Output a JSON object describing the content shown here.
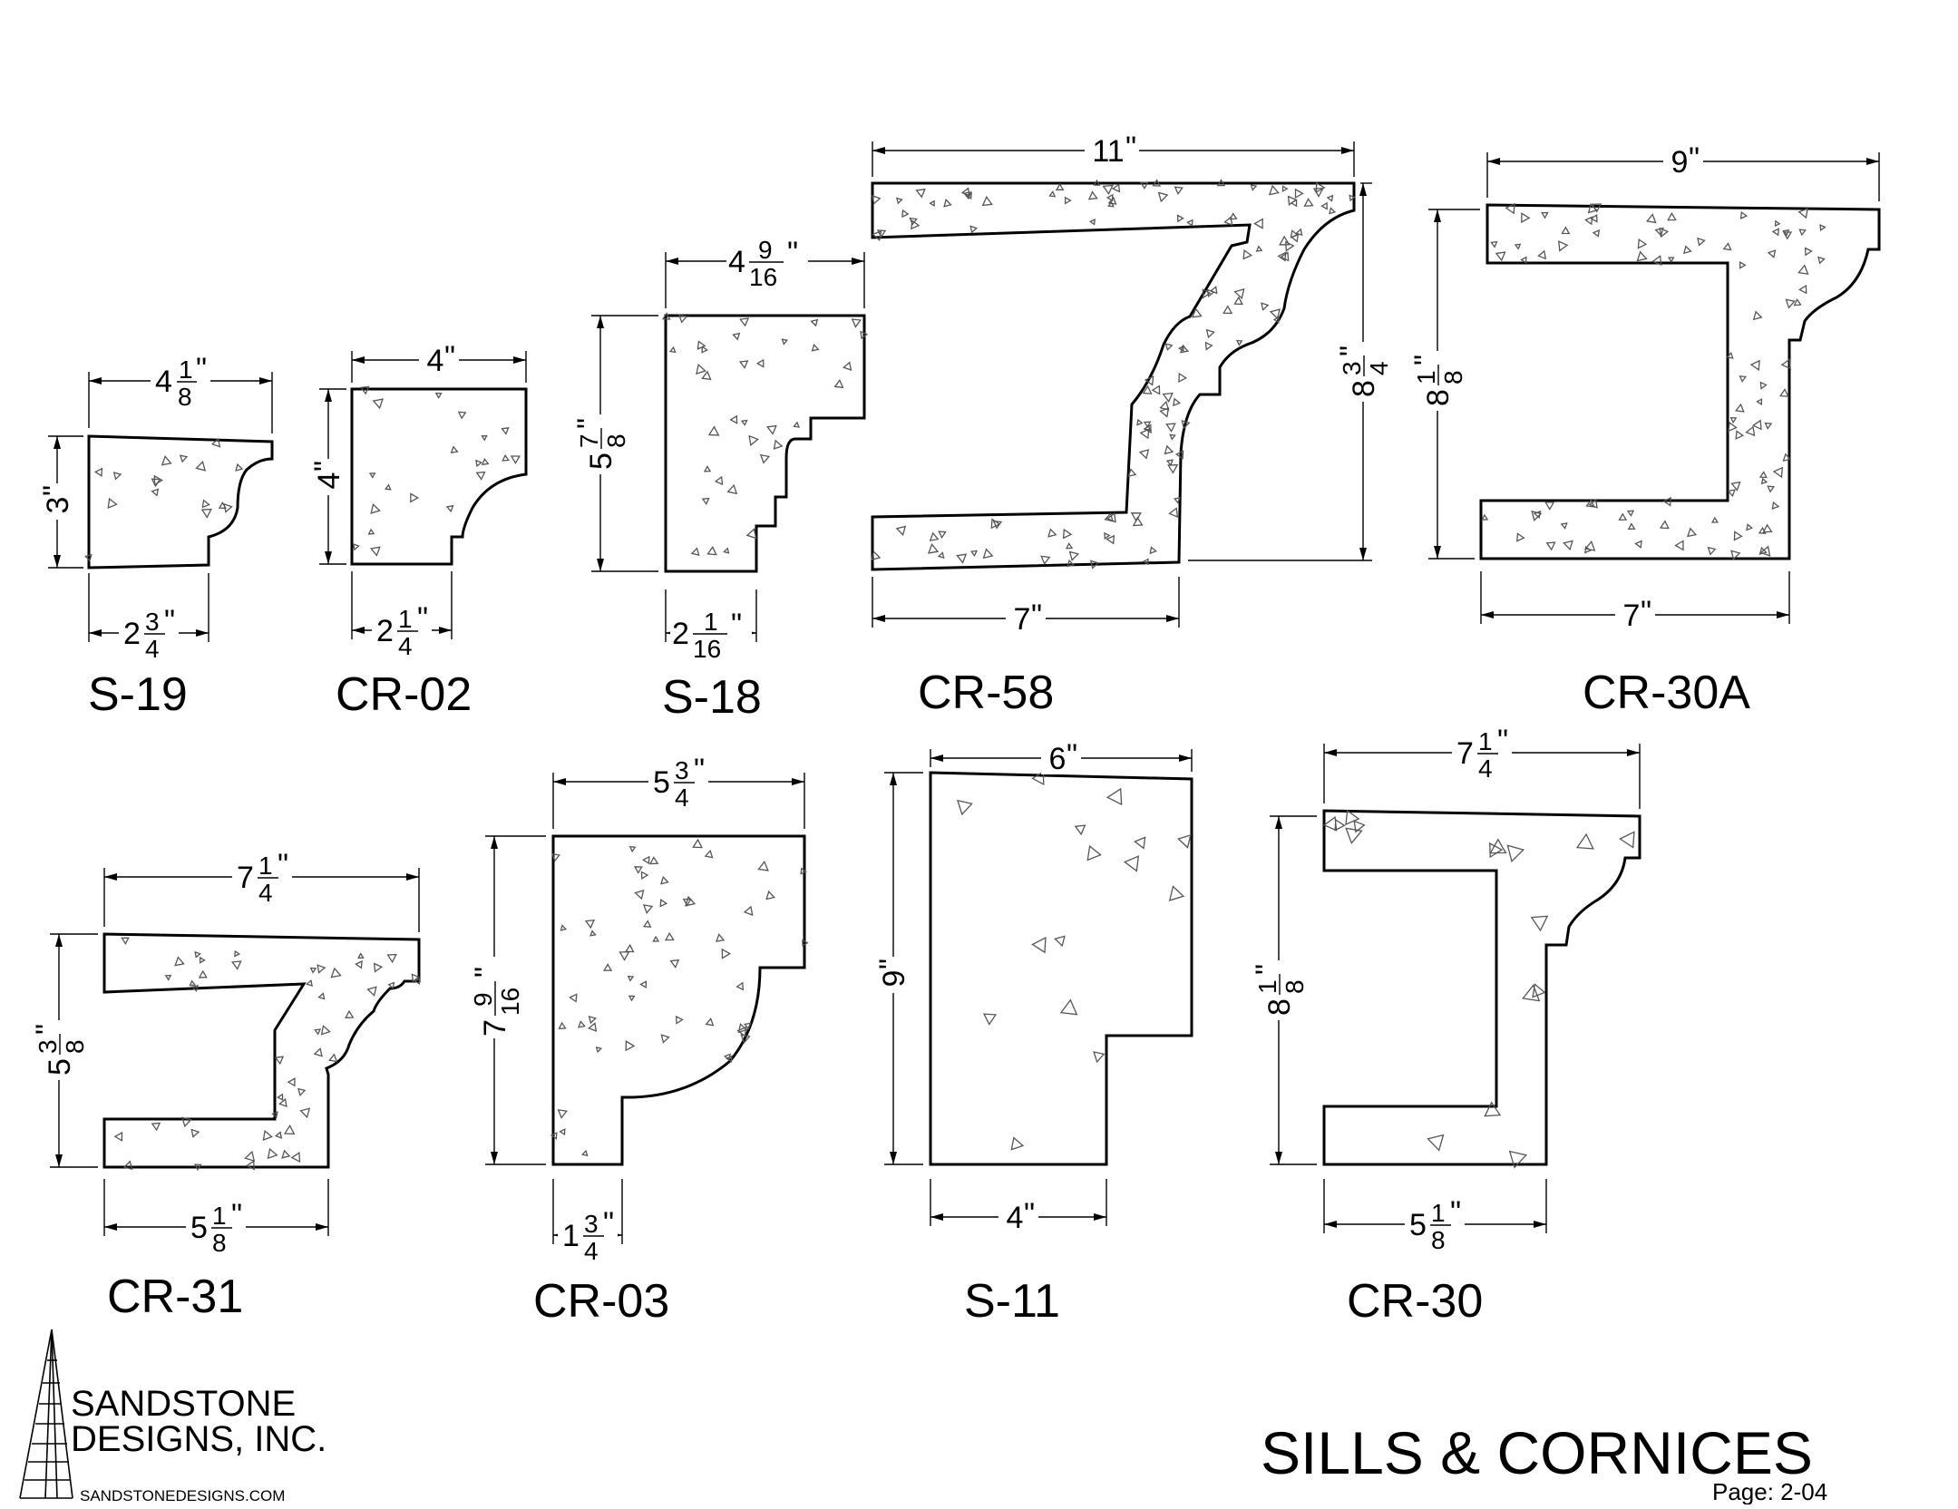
{
  "title": "SILLS & CORNICES",
  "page_label": "Page: 2-04",
  "company": {
    "line1": "SANDSTONE",
    "line2": "DESIGNS, INC.",
    "url": "SANDSTONEDESIGNS.COM"
  },
  "profiles": [
    {
      "id": "s19",
      "label": "S-19",
      "dims": {
        "top": [
          "4",
          "1",
          "8"
        ],
        "left": [
          "",
          "3",
          ""
        ],
        "bottom": [
          "2",
          "3",
          "4"
        ]
      }
    },
    {
      "id": "cr02",
      "label": "CR-02",
      "dims": {
        "top": [
          "",
          "4",
          ""
        ],
        "left": [
          "",
          "4",
          ""
        ],
        "bottom": [
          "2",
          "1",
          "4"
        ]
      }
    },
    {
      "id": "s18",
      "label": "S-18",
      "dims": {
        "top": [
          "4",
          "9",
          "16"
        ],
        "left": [
          "5",
          "7",
          "8"
        ],
        "bottom": [
          "2",
          "1",
          "16"
        ]
      }
    },
    {
      "id": "cr58",
      "label": "CR-58",
      "dims": {
        "top": [
          "",
          "11",
          ""
        ],
        "right": [
          "8",
          "3",
          "4"
        ],
        "bottom": [
          "",
          "7",
          ""
        ]
      }
    },
    {
      "id": "cr30a",
      "label": "CR-30A",
      "dims": {
        "top": [
          "",
          "9",
          ""
        ],
        "left": [
          "8",
          "1",
          "8"
        ],
        "bottom": [
          "",
          "7",
          ""
        ]
      }
    },
    {
      "id": "cr31",
      "label": "CR-31",
      "dims": {
        "top": [
          "7",
          "1",
          "4"
        ],
        "left": [
          "5",
          "3",
          "8"
        ],
        "bottom": [
          "5",
          "1",
          "8"
        ]
      }
    },
    {
      "id": "cr03",
      "label": "CR-03",
      "dims": {
        "top": [
          "5",
          "3",
          "4"
        ],
        "left": [
          "7",
          "9",
          "16"
        ],
        "bottom": [
          "1",
          "3",
          "4"
        ]
      }
    },
    {
      "id": "s11",
      "label": "S-11",
      "dims": {
        "top": [
          "",
          "6",
          ""
        ],
        "left": [
          "",
          "9",
          ""
        ],
        "bottom": [
          "",
          "4",
          ""
        ]
      }
    },
    {
      "id": "cr30",
      "label": "CR-30",
      "dims": {
        "top": [
          "7",
          "1",
          "4"
        ],
        "left": [
          "8",
          "1",
          "8"
        ],
        "bottom": [
          "5",
          "1",
          "8"
        ]
      }
    }
  ]
}
